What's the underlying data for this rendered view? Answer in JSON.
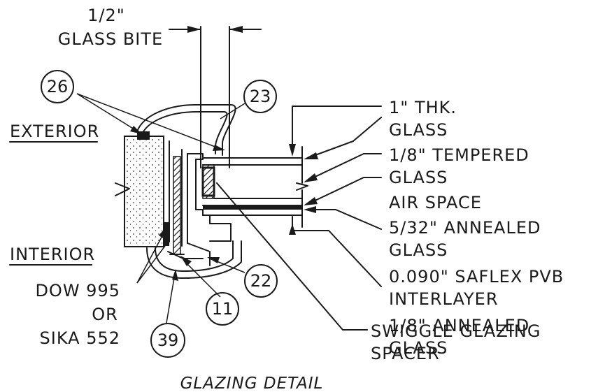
{
  "labels": {
    "glass_bite": [
      "1/2\"",
      "GLASS BITE"
    ],
    "exterior": "EXTERIOR",
    "interior": "INTERIOR",
    "sealant": [
      "DOW 995",
      "OR",
      "SIKA 552"
    ],
    "glass_thk": [
      "1\" THK.",
      "GLASS"
    ],
    "tempered": [
      "1/8\" TEMPERED",
      "GLASS"
    ],
    "air_space": "AIR SPACE",
    "annealed_532": [
      "5/32\" ANNEALED",
      "GLASS"
    ],
    "pvb": [
      "0.090\" SAFLEX PVB",
      "INTERLAYER"
    ],
    "annealed_18": [
      "1/8\" ANNEALED",
      "GLASS"
    ],
    "spacer": [
      "SWIGGLE GLAZING",
      "SPACER"
    ],
    "title": "GLAZING DETAIL"
  },
  "callouts": {
    "c26": "26",
    "c23": "23",
    "c22": "22",
    "c11": "11",
    "c39": "39"
  }
}
